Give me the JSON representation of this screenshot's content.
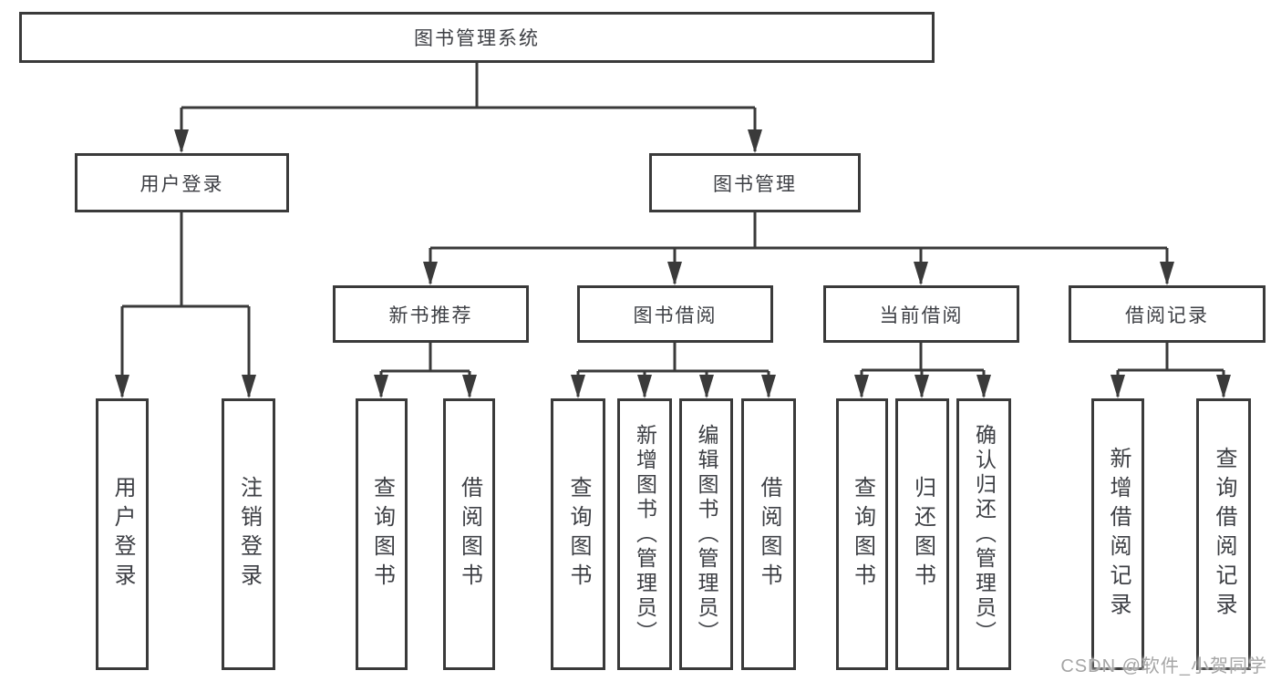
{
  "tree": {
    "root": {
      "label": "图书管理系统"
    },
    "branches": [
      {
        "label": "用户登录",
        "children": [
          {
            "label": "用户登录"
          },
          {
            "label": "注销登录"
          }
        ]
      },
      {
        "label": "图书管理",
        "children": [
          {
            "label": "新书推荐",
            "children": [
              {
                "label": "查询图书"
              },
              {
                "label": "借阅图书"
              }
            ]
          },
          {
            "label": "图书借阅",
            "children": [
              {
                "label": "查询图书"
              },
              {
                "label": "新增图书（管理员）"
              },
              {
                "label": "编辑图书（管理员）"
              },
              {
                "label": "借阅图书"
              }
            ]
          },
          {
            "label": "当前借阅",
            "children": [
              {
                "label": "查询图书"
              },
              {
                "label": "归还图书"
              },
              {
                "label": "确认归还（管理员）"
              }
            ]
          },
          {
            "label": "借阅记录",
            "children": [
              {
                "label": "新增借阅记录"
              },
              {
                "label": "查询借阅记录"
              }
            ]
          }
        ]
      }
    ]
  },
  "watermark": "CSDN @软件_小贺同学",
  "colors": {
    "line": "#3a3a3a",
    "text": "#3d3f44",
    "watermark": "#a5a5a5",
    "background": "#ffffff"
  }
}
